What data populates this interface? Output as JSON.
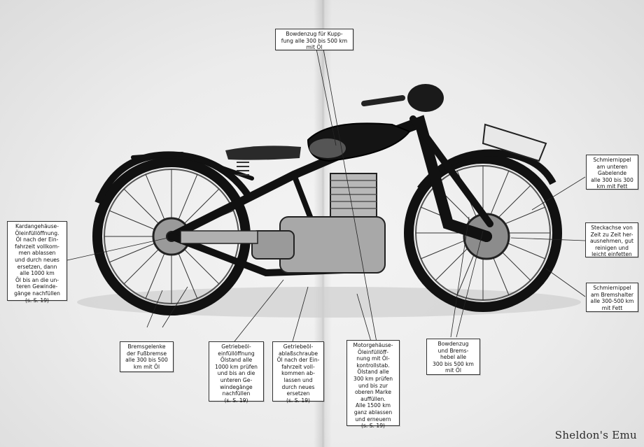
{
  "callouts": {
    "clutch_cable": "Bowdenzug für Kupp-\nfung alle 300 bis 500 km\nmit Öl",
    "fork_grease": "Schmiernippel\nam unteren\nGabelende\nalle 300 bis 300\nkm mit Fett",
    "axle": "Steckachse von\nZeit zu Zeit her-\nausnehmen, gut\nreinigen und\nleicht einfetten",
    "brake_grease": "Schmiernippel\nam Bremshalter\nalle 300-500 km\nmit Fett",
    "cardan": "Kardangehäuse-\nÖleinfüllöffnung.\nÖl nach der Ein-\nfahrzeit vollkom-\nmen ablassen\nund durch neues\nersetzen, dann\nalle 1000 km\nÖl bis an die un-\nteren Gewinde-\ngänge nachfüllen\n(s. S. 19)",
    "foot_brake": "Bremsgelenke\nder Fußbremse\nalle 300 bis 500\nkm mit Öl",
    "gearbox_fill": "Getriebeöl-\neinfüllöffnung\nÖlstand alle\n1000 km prüfen\nund bis an die\nunteren Ge-\nwindegänge\nnachfüllen\n(s. S. 19)",
    "gearbox_drain": "Getriebeöl-\nablaßschraube\nÖl nach der Ein-\nfahrzeit voll-\nkommen ab-\nlassen und\ndurch neues\nersetzen\n(s. S. 19)",
    "engine_oil": "Motorgehäuse-\nÖleinfüllöff-\nnung mit Öl-\nkontrollstab.\nÖlstand alle\n300 km prüfen\nund bis zur\noberen Marke\nauffüllen.\nAlle 1500 km\nganz ablassen\nund erneuern\n(s. S. 19)",
    "brake_cable": "Bowdenzug\nund Brems-\nhebel alle\n300 bis 500 km\nmit Öl"
  },
  "watermark": "Sheldon's Emu"
}
